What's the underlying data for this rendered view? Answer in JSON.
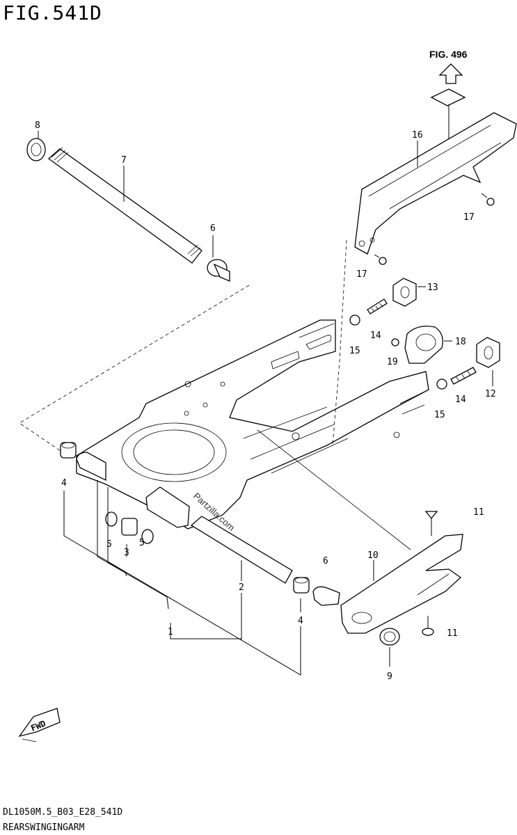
{
  "figure": {
    "title": "FIG.541D",
    "reference": "FIG. 496",
    "footer_code": "DL1050M.5_B03_E28_541D",
    "footer_name": "REARSWINGINGARM",
    "fwd_label": "FWD",
    "watermark": "Partzilla.com"
  },
  "callouts": [
    {
      "num": "1"
    },
    {
      "num": "2"
    },
    {
      "num": "3"
    },
    {
      "num": "4"
    },
    {
      "num": "4"
    },
    {
      "num": "5"
    },
    {
      "num": "5"
    },
    {
      "num": "6"
    },
    {
      "num": "6"
    },
    {
      "num": "7"
    },
    {
      "num": "8"
    },
    {
      "num": "9"
    },
    {
      "num": "10"
    },
    {
      "num": "11"
    },
    {
      "num": "11"
    },
    {
      "num": "12"
    },
    {
      "num": "13"
    },
    {
      "num": "14"
    },
    {
      "num": "14"
    },
    {
      "num": "15"
    },
    {
      "num": "15"
    },
    {
      "num": "16"
    },
    {
      "num": "17"
    },
    {
      "num": "17"
    },
    {
      "num": "18"
    },
    {
      "num": "19"
    }
  ]
}
